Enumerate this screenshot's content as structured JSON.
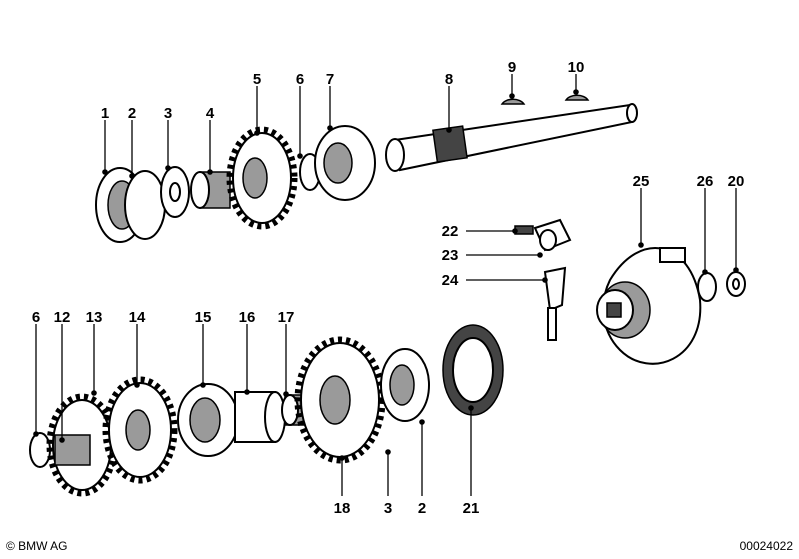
{
  "diagram": {
    "callouts_top": [
      "1",
      "2",
      "3",
      "4",
      "5",
      "6",
      "7",
      "8",
      "9",
      "10"
    ],
    "callouts_right": [
      "25",
      "26",
      "20",
      "22",
      "23",
      "24"
    ],
    "callouts_bottom_left": [
      "6",
      "12",
      "13",
      "14",
      "15",
      "16",
      "17"
    ],
    "callouts_bottom": [
      "18",
      "3",
      "2",
      "21"
    ]
  },
  "footer": {
    "copyright": "© BMW AG",
    "diagram_number": "00024022"
  }
}
